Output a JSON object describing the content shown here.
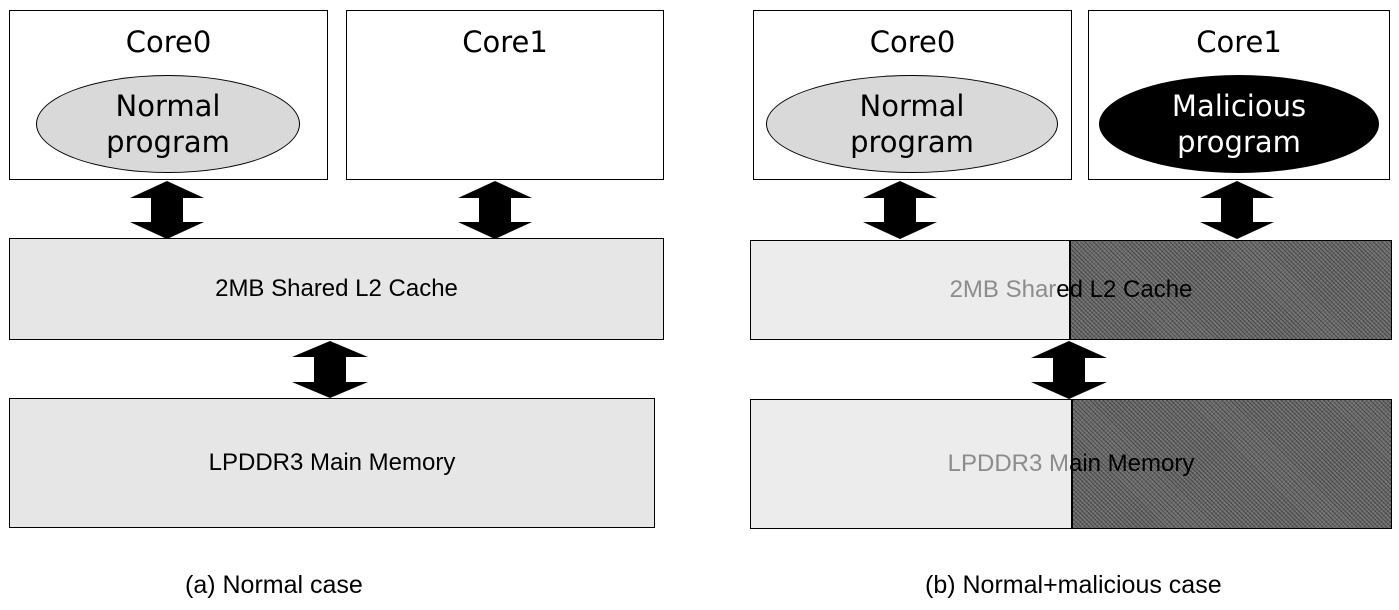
{
  "panel_a": {
    "core0": {
      "title": "Core0",
      "program_line1": "Normal",
      "program_line2": "program"
    },
    "core1": {
      "title": "Core1"
    },
    "cache_label": "2MB Shared L2 Cache",
    "memory_label": "LPDDR3 Main Memory",
    "caption": "(a) Normal case"
  },
  "panel_b": {
    "core0": {
      "title": "Core0",
      "program_line1": "Normal",
      "program_line2": "program"
    },
    "core1": {
      "title": "Core1",
      "program_line1": "Malicious",
      "program_line2": "program"
    },
    "cache_label_left": "2MB Shar",
    "cache_label_right": "ed L2 Cache",
    "memory_label_left": "LPDDR3 M",
    "memory_label_right": "ain Memory",
    "caption": "(b) Normal+malicious case"
  },
  "colors": {
    "normal_program": "#d9d9d9",
    "malicious_program": "#000000",
    "shared_region": "#e6e6e6",
    "malicious_partition": "#6b6b6b"
  }
}
